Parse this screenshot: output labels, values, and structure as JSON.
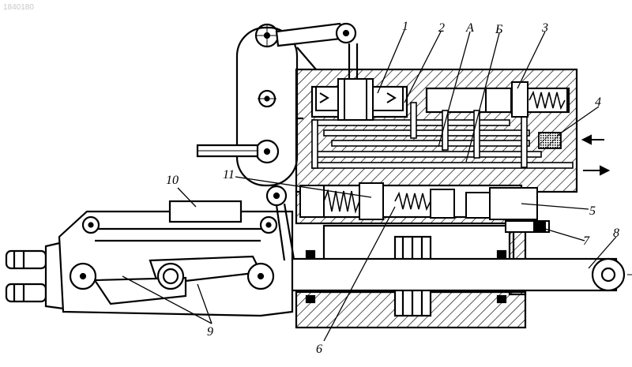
{
  "watermark": "1840180",
  "callouts": {
    "c1": "1",
    "c2": "2",
    "cA": "А",
    "cB": "Б",
    "c3": "3",
    "c4": "4",
    "c5": "5",
    "c6": "6",
    "c7": "7",
    "c8": "8",
    "c9": "9",
    "c10": "10",
    "c11": "11"
  }
}
